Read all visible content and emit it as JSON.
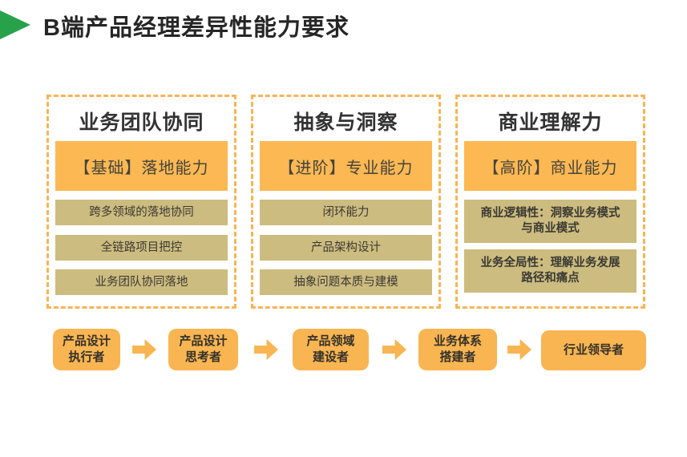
{
  "title": "B端产品经理差异性能力要求",
  "columns": [
    {
      "header": "业务团队协同",
      "level": "【基础】落地能力",
      "items": [
        "跨多领域的落地协同",
        "全链路项目把控",
        "业务团队协同落地"
      ]
    },
    {
      "header": "抽象与洞察",
      "level": "【进阶】专业能力",
      "items": [
        "闭环能力",
        "产品架构设计",
        "抽象问题本质与建模"
      ]
    },
    {
      "header": "商业理解力",
      "level": "【高阶】商业能力",
      "items": [
        "商业逻辑性：洞察业务模式\n与商业模式",
        "业务全局性：理解业务发展\n路径和痛点"
      ]
    }
  ],
  "progression": [
    "产品设计\n执行者",
    "产品设计\n思考者",
    "产品领域\n建设者",
    "业务体系\n搭建者",
    "行业领导者"
  ],
  "colors": {
    "accent_orange": "#F9B551",
    "tan": "#CDBC7F",
    "dashed_border": "#F9B453",
    "arrow_green": "#27A24B",
    "text_dark": "#3C3C3C"
  }
}
